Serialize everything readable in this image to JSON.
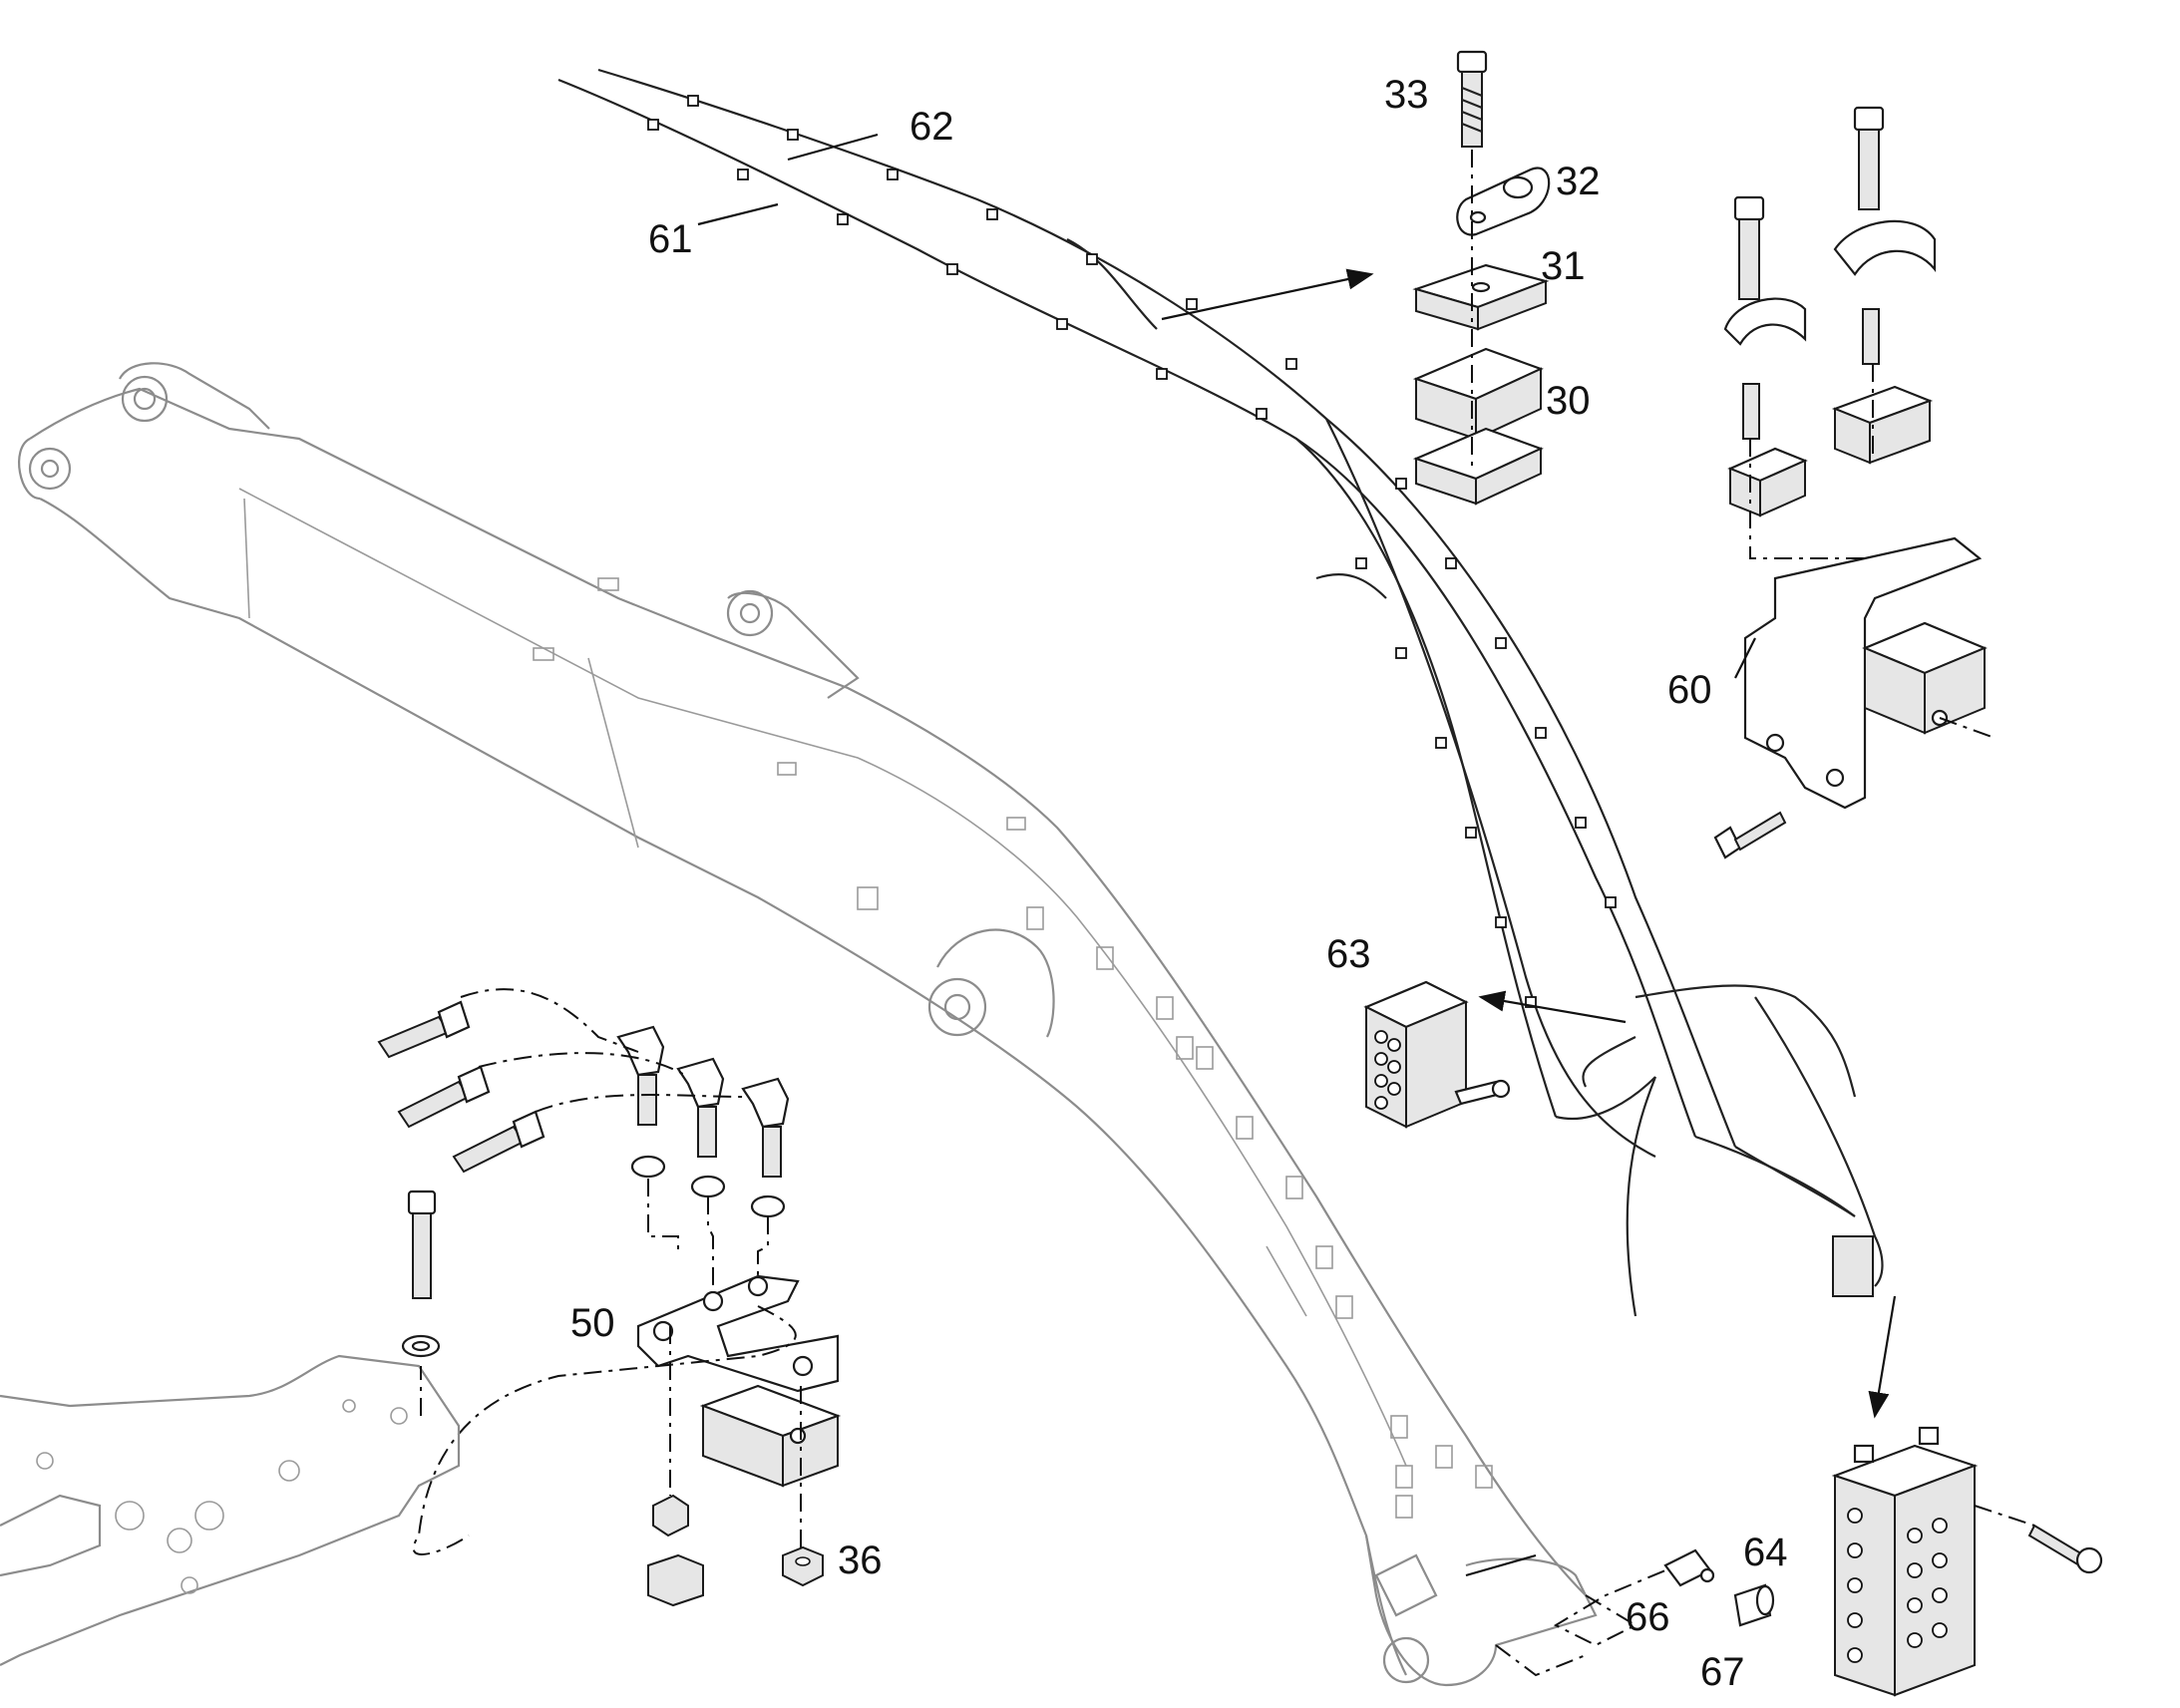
{
  "callouts": {
    "c30": "30",
    "c31": "31",
    "c32": "32",
    "c33": "33",
    "c36": "36",
    "c50": "50",
    "c60": "60",
    "c61": "61",
    "c62": "62",
    "c63": "63",
    "c64": "64",
    "c66": "66",
    "c67": "67"
  }
}
